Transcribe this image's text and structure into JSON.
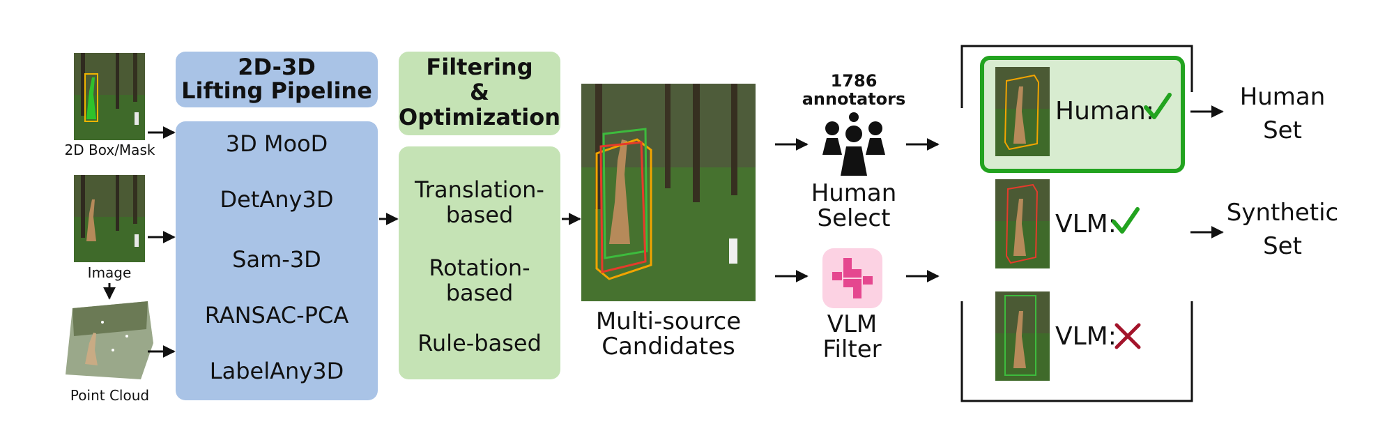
{
  "inputs": {
    "box_mask_label": "2D Box/Mask",
    "image_label": "Image",
    "point_cloud_label": "Point Cloud"
  },
  "lifting": {
    "title_line1": "2D-3D",
    "title_line2": "Lifting Pipeline",
    "methods": [
      "3D MooD",
      "DetAny3D",
      "Sam-3D",
      "RANSAC-PCA",
      "LabelAny3D"
    ]
  },
  "filtering": {
    "title_line1": "Filtering",
    "title_line2": "&",
    "title_line3": "Optimization",
    "methods": [
      {
        "line1": "Translation-",
        "line2": "based"
      },
      {
        "line1": "Rotation-",
        "line2": "based"
      },
      {
        "line1": "Rule-based",
        "line2": ""
      }
    ]
  },
  "candidates": {
    "line1": "Multi-source",
    "line2": "Candidates"
  },
  "human": {
    "count_line1": "1786",
    "count_line2": "annotators",
    "line1": "Human",
    "line2": "Select"
  },
  "vlm": {
    "line1": "VLM",
    "line2": "Filter"
  },
  "results": [
    {
      "label": "Human:",
      "mark": "check"
    },
    {
      "label": "VLM:",
      "mark": "check"
    },
    {
      "label": "VLM:",
      "mark": "cross"
    }
  ],
  "outputs": {
    "human_line1": "Human",
    "human_line2": "Set",
    "synthetic_line1": "Synthetic",
    "synthetic_line2": "Set"
  },
  "colors": {
    "blue_panel": "#a9c3e6",
    "green_panel": "#c5e3b5",
    "human_highlight_border": "#22a31f",
    "check": "#22a31f",
    "cross": "#a3142b",
    "vlm_icon": "#e5478f"
  }
}
